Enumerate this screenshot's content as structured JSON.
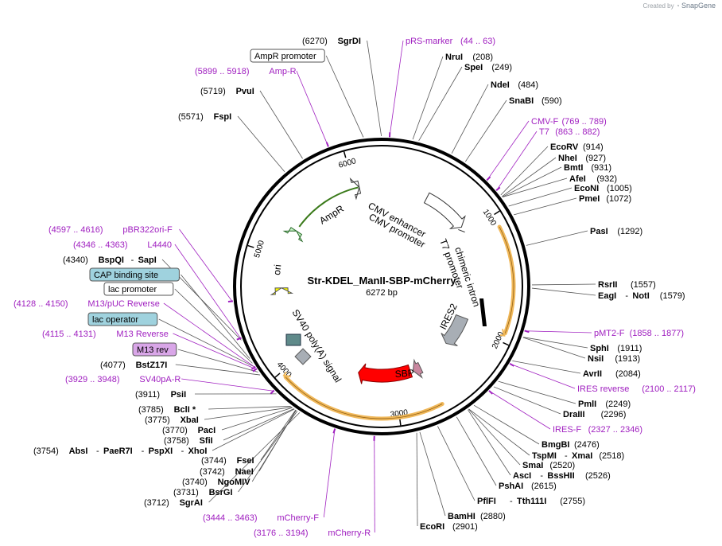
{
  "credit": {
    "created_by": "Created by",
    "brand": "SnapGene"
  },
  "plasmid": {
    "name": "Str-KDEL_ManII-SBP-mCherry",
    "size": "6272 bp",
    "length": 6272
  },
  "colors": {
    "primer": "#a020c0",
    "enzyme": "#000000",
    "backbone": "#000000",
    "ampr": "#c8f5c8",
    "ori": "#ffff00",
    "mcherry": "#ff0000",
    "ires": "#a8aeb5",
    "sbp": "#c9879f",
    "orf_orange": "#f0b85a"
  },
  "ticks": [
    {
      "label": "1000",
      "bp": 1000
    },
    {
      "label": "2000",
      "bp": 2000
    },
    {
      "label": "3000",
      "bp": 3000
    },
    {
      "label": "4000",
      "bp": 4000
    },
    {
      "label": "5000",
      "bp": 5000
    },
    {
      "label": "6000",
      "bp": 6000
    }
  ],
  "features": [
    {
      "label": "CMV enhancer",
      "color": "#ffffff"
    },
    {
      "label": "CMV promoter",
      "color": "#ffffff"
    },
    {
      "label": "T7 promoter",
      "color": "#ffffff"
    },
    {
      "label": "chimeric intron",
      "color": "#000000"
    },
    {
      "label": "IRES2",
      "color": "#a8aeb5"
    },
    {
      "label": "SBP",
      "color": "#c9879f"
    },
    {
      "label": "mCherry",
      "color": "#ff0000"
    },
    {
      "label": "SV40 poly(A) signal",
      "color": "#a8aeb5"
    },
    {
      "label": "ori",
      "color": "#ffff00"
    },
    {
      "label": "AmpR",
      "color": "#c8f5c8"
    }
  ],
  "labels": [
    {
      "id": "sgrdi",
      "kind": "enzyme",
      "name": "SgrDI",
      "pos": "(6270)",
      "bp": 6270
    },
    {
      "id": "prs",
      "kind": "primer",
      "name": "pRS-marker",
      "pos": "(44 .. 63)",
      "bp": 53
    },
    {
      "id": "nrui",
      "kind": "enzyme",
      "name": "NruI",
      "pos": "(208)",
      "bp": 208
    },
    {
      "id": "spei",
      "kind": "enzyme",
      "name": "SpeI",
      "pos": "(249)",
      "bp": 249
    },
    {
      "id": "ndei",
      "kind": "enzyme",
      "name": "NdeI",
      "pos": "(484)",
      "bp": 484
    },
    {
      "id": "snabi",
      "kind": "enzyme",
      "name": "SnaBI",
      "pos": "(590)",
      "bp": 590
    },
    {
      "id": "cmvf",
      "kind": "primer",
      "name": "CMV-F",
      "pos": "(769 .. 789)",
      "bp": 779
    },
    {
      "id": "t7",
      "kind": "primer",
      "name": "T7",
      "pos": "(863 .. 882)",
      "bp": 872
    },
    {
      "id": "ecorv",
      "kind": "enzyme",
      "name": "EcoRV",
      "pos": "(914)",
      "bp": 914
    },
    {
      "id": "nhei",
      "kind": "enzyme",
      "name": "NheI",
      "pos": "(927)",
      "bp": 927
    },
    {
      "id": "bmti",
      "kind": "enzyme",
      "name": "BmtI",
      "pos": "(931)",
      "bp": 931
    },
    {
      "id": "afei",
      "kind": "enzyme",
      "name": "AfeI",
      "pos": "(932)",
      "bp": 932
    },
    {
      "id": "econi",
      "kind": "enzyme",
      "name": "EcoNI",
      "pos": "(1005)",
      "bp": 1005
    },
    {
      "id": "pmei",
      "kind": "enzyme",
      "name": "PmeI",
      "pos": "(1072)",
      "bp": 1072
    },
    {
      "id": "pasi",
      "kind": "enzyme",
      "name": "PasI",
      "pos": "(1292)",
      "bp": 1292
    },
    {
      "id": "rsrii",
      "kind": "enzyme",
      "name": "RsrII",
      "pos": "(1557)",
      "bp": 1557
    },
    {
      "id": "eagi",
      "kind": "enzyme",
      "name": "EagI",
      "name2": "NotI",
      "pos": "(1579)",
      "bp": 1579
    },
    {
      "id": "pmt2f",
      "kind": "primer",
      "name": "pMT2-F",
      "pos": "(1858 .. 1877)",
      "bp": 1867
    },
    {
      "id": "sphi",
      "kind": "enzyme",
      "name": "SphI",
      "pos": "(1911)",
      "bp": 1911
    },
    {
      "id": "nsii",
      "kind": "enzyme",
      "name": "NsiI",
      "pos": "(1913)",
      "bp": 1913
    },
    {
      "id": "avrii",
      "kind": "enzyme",
      "name": "AvrII",
      "pos": "(2084)",
      "bp": 2084
    },
    {
      "id": "iresrev",
      "kind": "primer",
      "name": "IRES reverse",
      "pos": "(2100 .. 2117)",
      "bp": 2108
    },
    {
      "id": "pmli",
      "kind": "enzyme",
      "name": "PmlI",
      "pos": "(2249)",
      "bp": 2249
    },
    {
      "id": "draiii",
      "kind": "enzyme",
      "name": "DraIII",
      "pos": "(2296)",
      "bp": 2296
    },
    {
      "id": "iresf",
      "kind": "primer",
      "name": "IRES-F",
      "pos": "(2327 .. 2346)",
      "bp": 2336
    },
    {
      "id": "bmgbi",
      "kind": "enzyme",
      "name": "BmgBI",
      "pos": "(2476)",
      "bp": 2476
    },
    {
      "id": "tspmi",
      "kind": "enzyme",
      "name": "TspMI",
      "name2": "XmaI",
      "pos": "(2518)",
      "bp": 2518
    },
    {
      "id": "smai",
      "kind": "enzyme",
      "name": "SmaI",
      "pos": "(2520)",
      "bp": 2520
    },
    {
      "id": "asci",
      "kind": "enzyme",
      "name": "AscI",
      "name2": "BssHII",
      "pos": "(2526)",
      "bp": 2526
    },
    {
      "id": "pshai",
      "kind": "enzyme",
      "name": "PshAI",
      "pos": "(2615)",
      "bp": 2615
    },
    {
      "id": "pflfi",
      "kind": "enzyme",
      "name": "PflFI",
      "name2": "Tth111I",
      "pos": "(2755)",
      "bp": 2755
    },
    {
      "id": "bamhi",
      "kind": "enzyme",
      "name": "BamHI",
      "pos": "(2880)",
      "bp": 2880
    },
    {
      "id": "ecori",
      "kind": "enzyme",
      "name": "EcoRI",
      "pos": "(2901)",
      "bp": 2901
    },
    {
      "id": "mcherryr",
      "kind": "primer",
      "name": "mCherry-R",
      "pos": "(3176 .. 3194)",
      "bp": 3185
    },
    {
      "id": "mcherryf",
      "kind": "primer",
      "name": "mCherry-F",
      "pos": "(3444 .. 3463)",
      "bp": 3453
    },
    {
      "id": "sgrai",
      "kind": "enzyme",
      "name": "SgrAI",
      "pos": "(3712)",
      "bp": 3712
    },
    {
      "id": "bsrgi",
      "kind": "enzyme",
      "name": "BsrGI",
      "pos": "(3731)",
      "bp": 3731
    },
    {
      "id": "ngomiv",
      "kind": "enzyme",
      "name": "NgoMIV",
      "pos": "(3740)",
      "bp": 3740
    },
    {
      "id": "naei",
      "kind": "enzyme",
      "name": "NaeI",
      "pos": "(3742)",
      "bp": 3742
    },
    {
      "id": "fsei",
      "kind": "enzyme",
      "name": "FseI",
      "pos": "(3744)",
      "bp": 3744
    },
    {
      "id": "absi",
      "kind": "enzyme",
      "name": "AbsI",
      "name2": "PaeR7I",
      "name3": "PspXI",
      "name4": "XhoI",
      "pos": "(3754)",
      "bp": 3754
    },
    {
      "id": "sfii",
      "kind": "enzyme",
      "name": "SfiI",
      "pos": "(3758)",
      "bp": 3758
    },
    {
      "id": "paci",
      "kind": "enzyme",
      "name": "PacI",
      "pos": "(3770)",
      "bp": 3770
    },
    {
      "id": "xbai",
      "kind": "enzyme",
      "name": "XbaI",
      "pos": "(3775)",
      "bp": 3775
    },
    {
      "id": "bcli",
      "kind": "enzyme",
      "name": "BclI *",
      "pos": "(3785)",
      "bp": 3785
    },
    {
      "id": "psii",
      "kind": "enzyme",
      "name": "PsiI",
      "pos": "(3911)",
      "bp": 3911
    },
    {
      "id": "sv40par",
      "kind": "primer",
      "name": "SV40pA-R",
      "pos": "(3929 .. 3948)",
      "bp": 3938
    },
    {
      "id": "bstz17i",
      "kind": "enzyme",
      "name": "BstZ17I",
      "pos": "(4077)",
      "bp": 4077
    },
    {
      "id": "m13revbox",
      "kind": "boxpurple",
      "name": "M13 rev",
      "bp": 4100
    },
    {
      "id": "m13reverse",
      "kind": "primer",
      "name": "M13 Reverse",
      "pos": "(4115 .. 4131)",
      "bp": 4123
    },
    {
      "id": "lacop",
      "kind": "boxblue",
      "name": "lac operator",
      "bp": 4140
    },
    {
      "id": "m13puc",
      "kind": "primer",
      "name": "M13/pUC Reverse",
      "pos": "(4128 .. 4150)",
      "bp": 4139
    },
    {
      "id": "lacprom",
      "kind": "boxwhite",
      "name": "lac promoter",
      "bp": 4170
    },
    {
      "id": "cap",
      "kind": "boxblue",
      "name": "CAP binding site",
      "bp": 4205
    },
    {
      "id": "bspqi",
      "kind": "enzyme",
      "name": "BspQI",
      "name2": "SapI",
      "pos": "(4340)",
      "bp": 4340
    },
    {
      "id": "l4440",
      "kind": "primer",
      "name": "L4440",
      "pos": "(4346 .. 4363)",
      "bp": 4354
    },
    {
      "id": "pbr322",
      "kind": "primer",
      "name": "pBR322ori-F",
      "pos": "(4597 .. 4616)",
      "bp": 4606
    },
    {
      "id": "fspi",
      "kind": "enzyme",
      "name": "FspI",
      "pos": "(5571)",
      "bp": 5571
    },
    {
      "id": "pvui",
      "kind": "enzyme",
      "name": "PvuI",
      "pos": "(5719)",
      "bp": 5719
    },
    {
      "id": "ampr",
      "kind": "primer",
      "name": "Amp-R",
      "pos": "(5899 .. 5918)",
      "bp": 5908
    },
    {
      "id": "amprprom",
      "kind": "boxwhite",
      "name": "AmpR promoter",
      "bp": 6150
    }
  ]
}
